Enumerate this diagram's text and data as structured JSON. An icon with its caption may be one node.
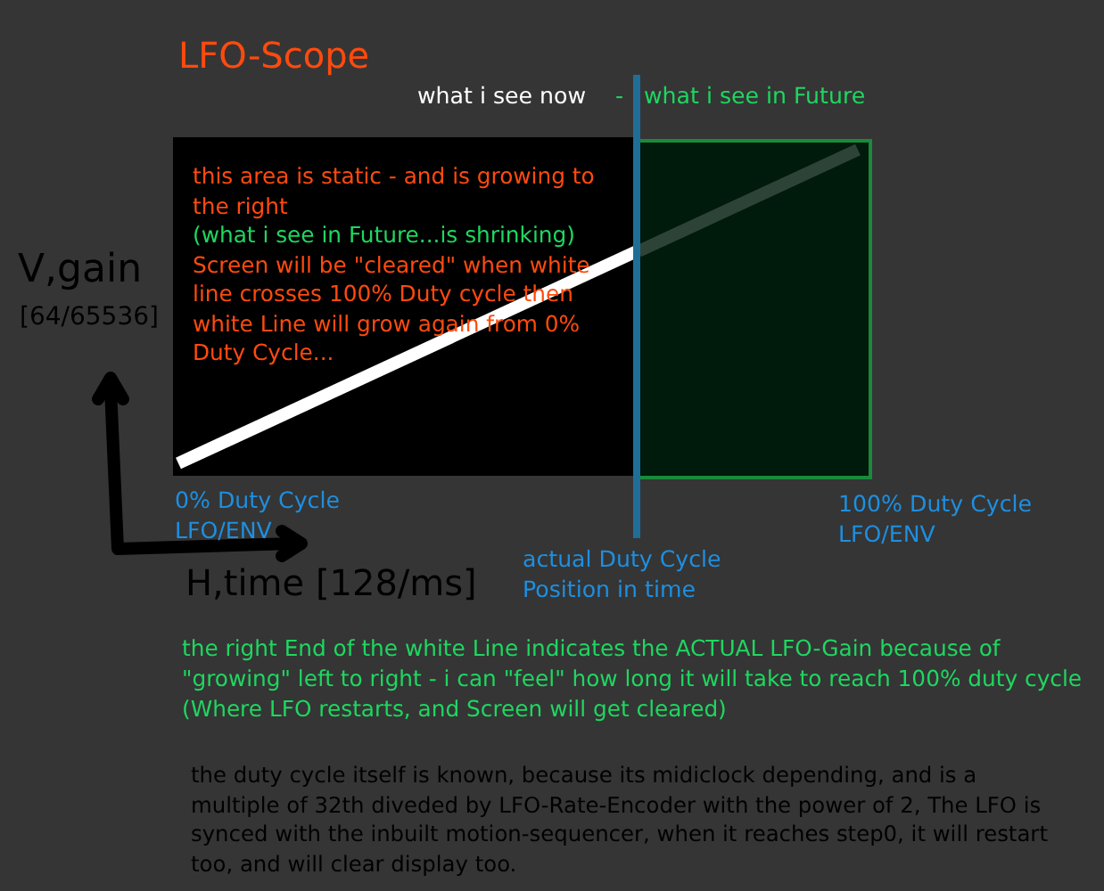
{
  "diagram": {
    "title": "LFO-Scope",
    "nodes": [
      {
        "text": [
          "this area is static - and is growing to the right",
          "(what i see in Future...is shrinking)",
          "Screen will be \"cleared\" when white line crosses 100% Duty cycle then white Line will grow again from 0% Duty Cycle..."
        ]
      },
      {
        "text": [],
        "shape": "box"
      }
    ],
    "edges": [],
    "labels": [
      "what i see now",
      "-",
      "what i see in Future",
      "V,gain",
      "[64/65536]",
      "0% Duty Cycle LFO/ENV",
      "H,time [128/ms]",
      "actual Duty Cycle Position in time",
      "100% Duty Cycle LFO/ENV",
      "the right End of the white Line indicates the ACTUAL LFO-Gain because of \"growing\" left to right - i can  \"feel\" how long it will take to reach 100% duty cycle (Where LFO restarts, and Screen will get cleared)",
      "the duty cycle itself is known, because its midiclock depending, and is a multiple of 32th diveded by LFO-Rate-Encoder with the power of 2, The LFO is synced with the inbuilt motion-sequencer, when it reaches step0, it will restart too, and will clear display too."
    ]
  }
}
